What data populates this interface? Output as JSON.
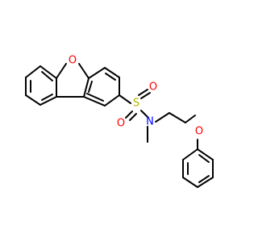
{
  "molecule": {
    "colors": {
      "bond": "#000000",
      "oxygen": "#ff0000",
      "sulfur": "#b2b200",
      "nitrogen": "#0000ff"
    },
    "atoms": {
      "furan_oxygen": "O",
      "sulfur": "S",
      "sulfonyl_oxygen_top": "O",
      "sulfonyl_oxygen_left": "O",
      "nitrogen": "N",
      "ether_oxygen": "O"
    }
  }
}
